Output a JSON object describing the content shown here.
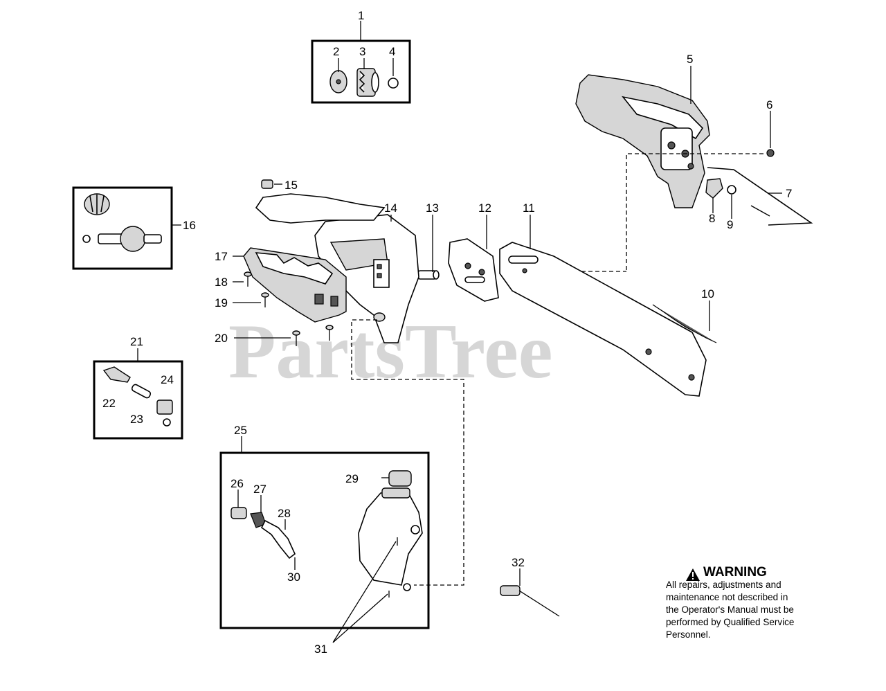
{
  "watermark": "PartsTree",
  "callouts": {
    "c1": "1",
    "c2": "2",
    "c3": "3",
    "c4": "4",
    "c5": "5",
    "c6": "6",
    "c7": "7",
    "c8": "8",
    "c9": "9",
    "c10": "10",
    "c11": "11",
    "c12": "12",
    "c13": "13",
    "c14": "14",
    "c15": "15",
    "c16": "16",
    "c17": "17",
    "c18": "18",
    "c19": "19",
    "c20": "20",
    "c21": "21",
    "c22": "22",
    "c23": "23",
    "c24": "24",
    "c25": "25",
    "c26": "26",
    "c27": "27",
    "c28": "28",
    "c29": "29",
    "c30": "30",
    "c31": "31",
    "c32": "32"
  },
  "warning": {
    "icon": "warning-triangle-icon",
    "title": "WARNING",
    "lines": [
      "All repairs, adjustments and",
      "maintenance not described in",
      "the Operator's Manual must be",
      "performed by Qualified Service",
      "Personnel."
    ]
  }
}
